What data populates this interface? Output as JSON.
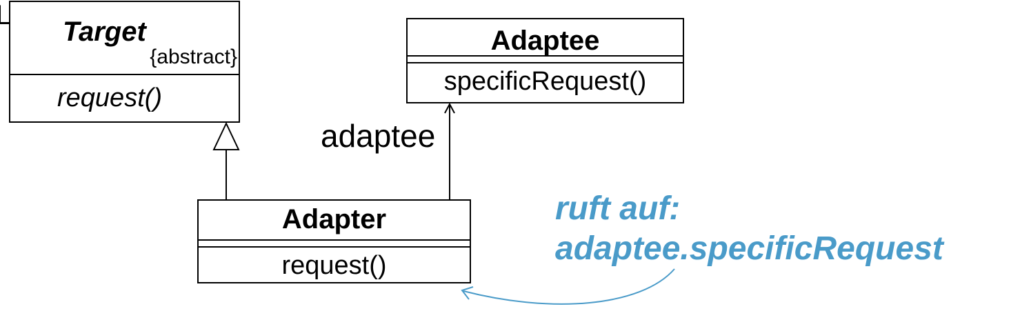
{
  "fragment": "L",
  "target": {
    "name": "Target",
    "stereotype": "{abstract}",
    "method": "request()"
  },
  "adaptee": {
    "name": "Adaptee",
    "method": "specificRequest()"
  },
  "adapter": {
    "name": "Adapter",
    "method": "request()"
  },
  "association_label": "adaptee",
  "note": {
    "line1": "ruft auf:",
    "line2": "adaptee.specificRequest",
    "color": "#4a9bc9"
  }
}
